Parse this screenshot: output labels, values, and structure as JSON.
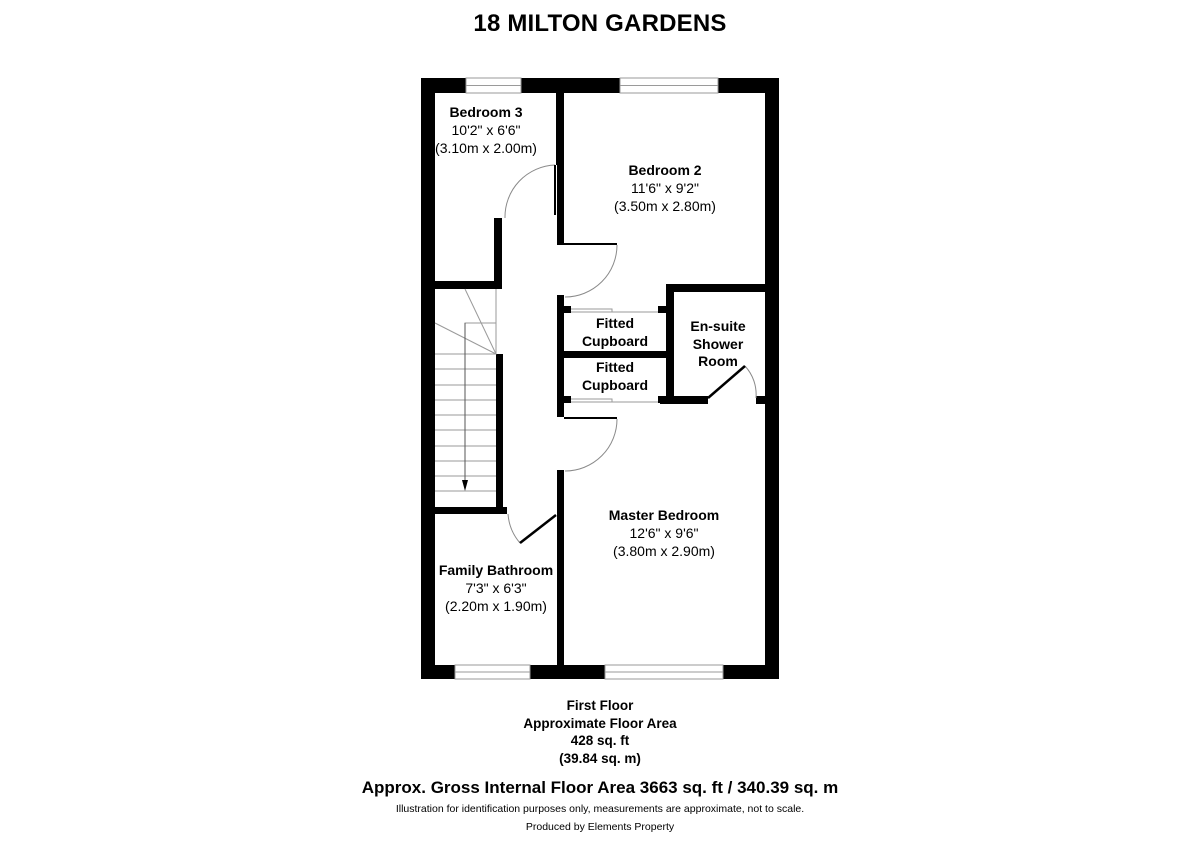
{
  "title": "18 MILTON GARDENS",
  "rooms": {
    "bedroom3": {
      "name": "Bedroom 3",
      "imperial": "10'2\" x 6'6\"",
      "metric": "(3.10m x 2.00m)"
    },
    "bedroom2": {
      "name": "Bedroom 2",
      "imperial": "11'6\" x 9'2\"",
      "metric": "(3.50m x 2.80m)"
    },
    "cupboard1": {
      "line1": "Fitted",
      "line2": "Cupboard"
    },
    "cupboard2": {
      "line1": "Fitted",
      "line2": "Cupboard"
    },
    "ensuite": {
      "line1": "En-suite",
      "line2": "Shower",
      "line3": "Room"
    },
    "master": {
      "name": "Master Bedroom",
      "imperial": "12'6\" x 9'6\"",
      "metric": "(3.80m x 2.90m)"
    },
    "bathroom": {
      "name": "Family Bathroom",
      "imperial": "7'3\" x 6'3\"",
      "metric": "(2.20m x 1.90m)"
    }
  },
  "floor": {
    "name": "First Floor",
    "area_label": "Approximate Floor Area",
    "area_sqft": "428 sq. ft",
    "area_sqm": "(39.84 sq. m)"
  },
  "gross_area": "Approx. Gross Internal Floor Area 3663 sq. ft / 340.39 sq. m",
  "disclaimer": "Illustration for identification purposes only, measurements are approximate, not to scale.",
  "producer": "Produced by Elements Property",
  "colors": {
    "wall": "#000000",
    "line": "#9a9a9a",
    "background": "#ffffff"
  }
}
